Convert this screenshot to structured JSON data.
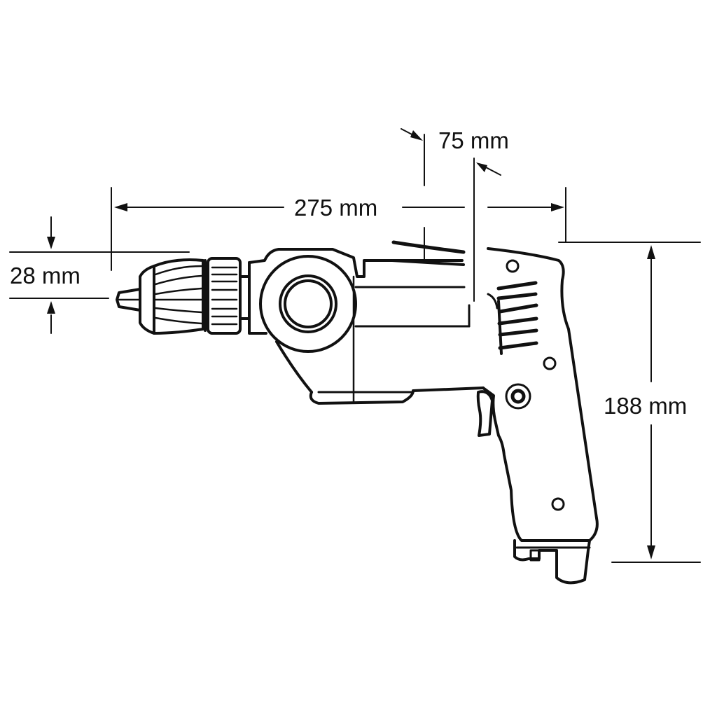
{
  "diagram": {
    "subject": "Drill outline with overall dimensions",
    "line_color": "#111111",
    "background": "#ffffff",
    "dimensions": {
      "overall_length": {
        "label": "275 mm",
        "value": 275,
        "unit": "mm"
      },
      "center_height": {
        "label": "75 mm",
        "value": 75,
        "unit": "mm"
      },
      "chuck_diameter": {
        "label": "28 mm",
        "value": 28,
        "unit": "mm"
      },
      "overall_height": {
        "label": "188 mm",
        "value": 188,
        "unit": "mm"
      }
    },
    "parts": [
      "keyless-chuck",
      "gear-housing",
      "motor-housing",
      "vent-slots",
      "handle",
      "trigger",
      "lock-button",
      "cord-guard"
    ]
  }
}
